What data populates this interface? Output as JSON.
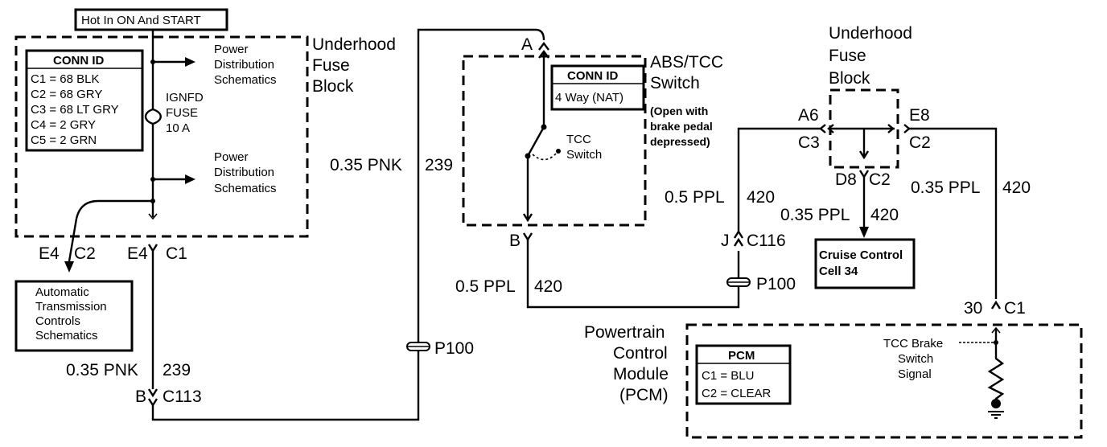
{
  "hot_label": "Hot In ON And START",
  "fuse_block_left": {
    "title_lines": [
      "Underhood",
      "Fuse",
      "Block"
    ],
    "conn_id": {
      "title": "CONN ID",
      "rows": [
        "C1 = 68 BLK",
        "C2 = 68 GRY",
        "C3 = 68 LT GRY",
        "C4 = 2 GRY",
        "C5 = 2 GRN"
      ]
    },
    "fuse_lines": [
      "IGNFD",
      "FUSE",
      "10 A"
    ],
    "pds_top_lines": [
      "Power",
      "Distribution",
      "Schematics"
    ],
    "pds_bottom_lines": [
      "Power",
      "Distribution",
      "Schematics"
    ],
    "term_e4_c2_pin": "E4",
    "term_e4_c2_conn": "C2",
    "term_e4_c1_pin": "E4",
    "term_e4_c1_conn": "C1"
  },
  "atc_box_lines": [
    "Automatic",
    "Transmission",
    "Controls",
    "Schematics"
  ],
  "wire_pnk_lower": {
    "gauge_color": "0.35 PNK",
    "circuit": "239"
  },
  "connector_c113": {
    "pin": "B",
    "name": "C113"
  },
  "wire_pnk_mid": {
    "gauge_color": "0.35 PNK",
    "circuit": "239"
  },
  "splice_p100_left": "P100",
  "abs_switch": {
    "title_lines": [
      "ABS/TCC",
      "Switch"
    ],
    "note_lines": [
      "(Open with",
      "brake pedal",
      "depressed)"
    ],
    "conn_id_title": "CONN ID",
    "conn_id_value": "4 Way (NAT)",
    "switch_lines": [
      "TCC",
      "Switch"
    ],
    "pin_a": "A",
    "pin_b": "B"
  },
  "wire_ppl_bottom": {
    "gauge_color": "0.5 PPL",
    "circuit": "420"
  },
  "splice_p100_right": "P100",
  "connector_c116": {
    "pin": "J",
    "name": "C116"
  },
  "wire_ppl_mid": {
    "gauge_color": "0.5 PPL",
    "circuit": "420"
  },
  "fuse_block_right": {
    "title_lines": [
      "Underhood",
      "Fuse",
      "Block"
    ],
    "pin_a6": "A6",
    "conn_c3": "C3",
    "pin_e8": "E8",
    "conn_c2_right": "C2",
    "pin_d8": "D8",
    "conn_c2_bottom": "C2"
  },
  "wire_ppl_cruise": {
    "gauge_color": "0.35 PPL",
    "circuit": "420"
  },
  "cruise_box_lines": [
    "Cruise Control",
    "Cell 34"
  ],
  "wire_ppl_right": {
    "gauge_color": "0.35 PPL",
    "circuit": "420"
  },
  "pcm_terminal": {
    "pin": "30",
    "conn": "C1"
  },
  "pcm": {
    "title_lines": [
      "Powertrain",
      "Control",
      "Module",
      "(PCM)"
    ],
    "id_title": "PCM",
    "id_rows": [
      "C1 = BLU",
      "C2 = CLEAR"
    ],
    "signal_lines": [
      "TCC Brake",
      "Switch",
      "Signal"
    ]
  }
}
